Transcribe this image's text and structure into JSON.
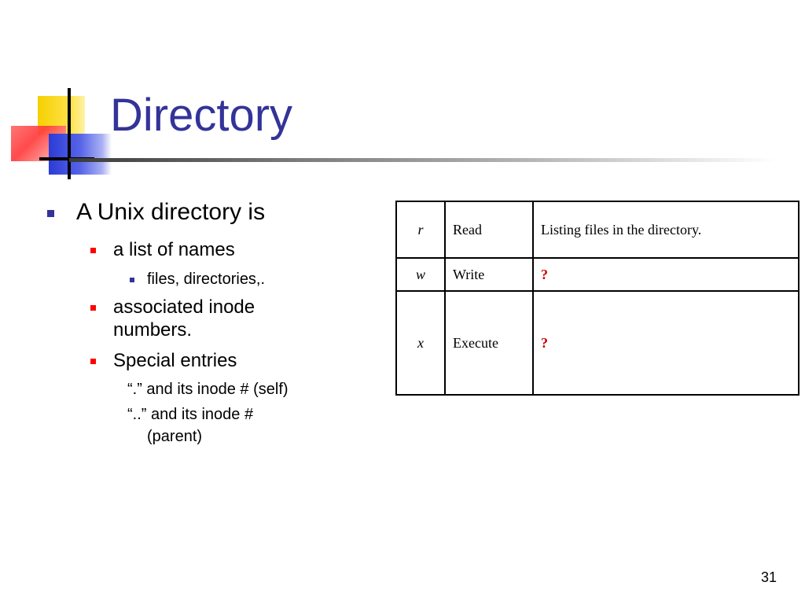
{
  "title": "Directory",
  "bullets": {
    "main": "A Unix directory is",
    "list_of_names": "a list of names",
    "files_dirs": "files, directories,.",
    "inode_numbers_line1": "associated inode",
    "inode_numbers_line2": "numbers.",
    "special_entries": "Special entries",
    "dot_entry": "“.” and its inode # (self)",
    "dotdot_entry_line1": "“..” and its inode #",
    "dotdot_entry_line2": "(parent)"
  },
  "table": {
    "rows": [
      {
        "symbol": "r",
        "name": "Read",
        "description": "Listing files in the directory."
      },
      {
        "symbol": "w",
        "name": "Write",
        "description": "?"
      },
      {
        "symbol": "x",
        "name": "Execute",
        "description": "?"
      }
    ]
  },
  "page_number": "31",
  "colors": {
    "title": "#333399",
    "bullet_primary": "#333399",
    "bullet_secondary": "#ff0000",
    "question_mark": "#cc0000"
  }
}
